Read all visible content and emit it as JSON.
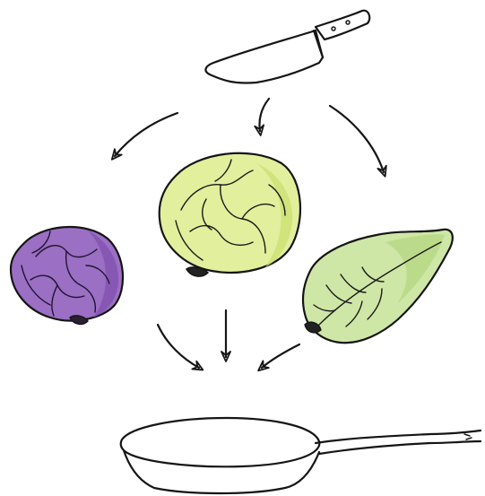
{
  "illustration": {
    "items": [
      {
        "id": "knife",
        "icon": "knife-icon"
      },
      {
        "id": "green-cabbage",
        "icon": "green-cabbage-icon",
        "color": "#e2ef9c",
        "shade": "#c9df6e"
      },
      {
        "id": "red-cabbage",
        "icon": "red-cabbage-icon",
        "color": "#9b6fc4",
        "shade": "#7d4fae"
      },
      {
        "id": "pointed-cabbage",
        "icon": "pointed-cabbage-icon",
        "color": "#cfe7a6",
        "shade": "#b3d57f"
      },
      {
        "id": "frying-pan",
        "icon": "frying-pan-icon"
      }
    ],
    "colors": {
      "ink": "#151515",
      "background": "#ffffff"
    }
  }
}
